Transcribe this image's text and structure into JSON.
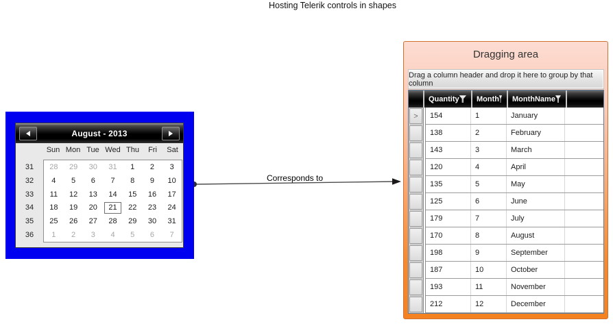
{
  "page": {
    "title": "Hosting Telerik controls in shapes"
  },
  "connector": {
    "label": "Corresponds to"
  },
  "calendar": {
    "title": "August - 2013",
    "nav": {
      "prev_icon": "left-arrow",
      "next_icon": "right-arrow"
    },
    "day_names": [
      "Sun",
      "Mon",
      "Tue",
      "Wed",
      "Thu",
      "Fri",
      "Sat"
    ],
    "weeks": [
      {
        "num": "31",
        "days": [
          {
            "t": "28",
            "muted": true
          },
          {
            "t": "29",
            "muted": true
          },
          {
            "t": "30",
            "muted": true
          },
          {
            "t": "31",
            "muted": true
          },
          {
            "t": "1"
          },
          {
            "t": "2"
          },
          {
            "t": "3"
          }
        ]
      },
      {
        "num": "32",
        "days": [
          {
            "t": "4"
          },
          {
            "t": "5"
          },
          {
            "t": "6"
          },
          {
            "t": "7"
          },
          {
            "t": "8"
          },
          {
            "t": "9"
          },
          {
            "t": "10"
          }
        ]
      },
      {
        "num": "33",
        "days": [
          {
            "t": "11"
          },
          {
            "t": "12"
          },
          {
            "t": "13"
          },
          {
            "t": "14"
          },
          {
            "t": "15"
          },
          {
            "t": "16"
          },
          {
            "t": "17"
          }
        ]
      },
      {
        "num": "34",
        "days": [
          {
            "t": "18"
          },
          {
            "t": "19"
          },
          {
            "t": "20"
          },
          {
            "t": "21",
            "selected": true
          },
          {
            "t": "22"
          },
          {
            "t": "23"
          },
          {
            "t": "24"
          }
        ]
      },
      {
        "num": "35",
        "days": [
          {
            "t": "25"
          },
          {
            "t": "26"
          },
          {
            "t": "27"
          },
          {
            "t": "28"
          },
          {
            "t": "29"
          },
          {
            "t": "30"
          },
          {
            "t": "31"
          }
        ]
      },
      {
        "num": "36",
        "days": [
          {
            "t": "1",
            "muted": true
          },
          {
            "t": "2",
            "muted": true
          },
          {
            "t": "3",
            "muted": true
          },
          {
            "t": "4",
            "muted": true
          },
          {
            "t": "5",
            "muted": true
          },
          {
            "t": "6",
            "muted": true
          },
          {
            "t": "7",
            "muted": true
          }
        ]
      }
    ],
    "colors": {
      "frame_blue": "#0000f0",
      "header_black": "#000000"
    }
  },
  "grid": {
    "title": "Dragging area",
    "group_hint": "Drag a column header and drop it here to group by that column",
    "columns": [
      {
        "label": "Quantity"
      },
      {
        "label": "Month"
      },
      {
        "label": "MonthName"
      }
    ],
    "current_row_glyph": ">",
    "rows": [
      {
        "quantity": "154",
        "month": "1",
        "month_name": "January"
      },
      {
        "quantity": "138",
        "month": "2",
        "month_name": "February"
      },
      {
        "quantity": "143",
        "month": "3",
        "month_name": "March"
      },
      {
        "quantity": "120",
        "month": "4",
        "month_name": "April"
      },
      {
        "quantity": "135",
        "month": "5",
        "month_name": "May"
      },
      {
        "quantity": "125",
        "month": "6",
        "month_name": "June"
      },
      {
        "quantity": "179",
        "month": "7",
        "month_name": "July"
      },
      {
        "quantity": "170",
        "month": "8",
        "month_name": "August"
      },
      {
        "quantity": "198",
        "month": "9",
        "month_name": "September"
      },
      {
        "quantity": "187",
        "month": "10",
        "month_name": "October"
      },
      {
        "quantity": "193",
        "month": "11",
        "month_name": "November"
      },
      {
        "quantity": "212",
        "month": "12",
        "month_name": "December"
      }
    ],
    "colors": {
      "panel_top": "#fddcd2",
      "panel_bottom": "#f58220",
      "grid_border": "#5b7da0",
      "header_text": "#ffffff"
    }
  }
}
